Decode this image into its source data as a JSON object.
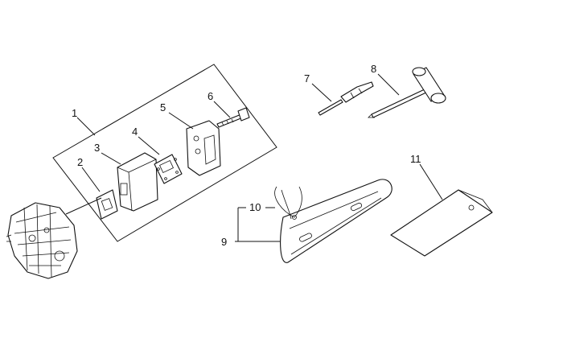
{
  "diagram": {
    "callouts": {
      "p1": "1",
      "p2": "2",
      "p3": "3",
      "p4": "4",
      "p5": "5",
      "p6": "6",
      "p7": "7",
      "p8": "8",
      "p9": "9",
      "p10": "10",
      "p11": "11"
    }
  }
}
